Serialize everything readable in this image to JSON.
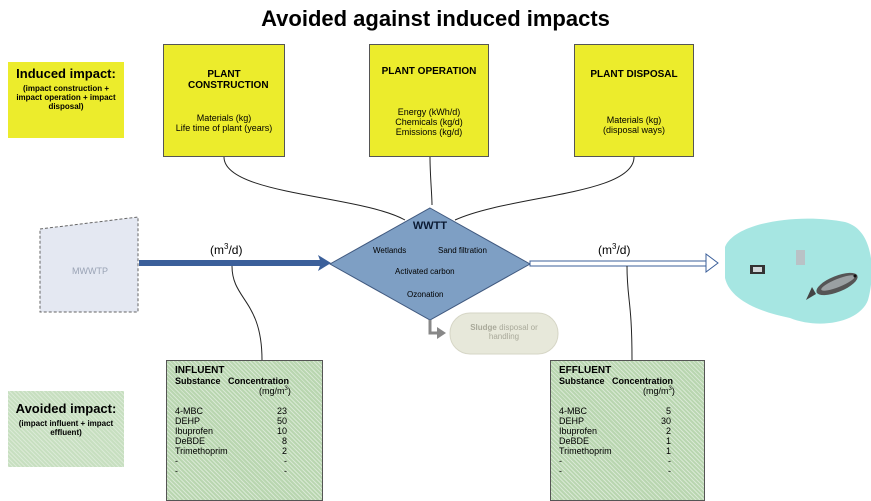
{
  "title": "Avoided against induced impacts",
  "legend": {
    "induced": {
      "title": "Induced impact:",
      "desc": "(impact construction + impact operation + impact disposal)"
    },
    "avoided": {
      "title": "Avoided impact:",
      "desc": "(impact influent + impact effluent)"
    }
  },
  "boxes": {
    "construction": {
      "title": "PLANT CONSTRUCTION",
      "lines": [
        "Materials (kg)",
        "Life time of plant (years)"
      ]
    },
    "operation": {
      "title": "PLANT OPERATION",
      "lines": [
        "Energy (kWh/d)",
        "Chemicals (kg/d)",
        "Emissions (kg/d)"
      ]
    },
    "disposal": {
      "title": "PLANT DISPOSAL",
      "lines": [
        "Materials (kg)",
        "(disposal ways)"
      ]
    }
  },
  "source": "MWWTP",
  "wwtt": {
    "title": "WWTT",
    "items": [
      "Wetlands",
      "Sand filtration",
      "Activated carbon",
      "Ozonation"
    ]
  },
  "flow_label": "(m3/d)",
  "sludge": {
    "bold": "Sludge",
    "rest": "disposal or handling"
  },
  "influent": {
    "title": "INFLUENT",
    "col_substance": "Substance",
    "col_concentration": "Concentration",
    "unit": "(mg/m3)",
    "rows": [
      {
        "s": "4-MBC",
        "v": "23"
      },
      {
        "s": "DEHP",
        "v": "50"
      },
      {
        "s": "Ibuprofen",
        "v": "10"
      },
      {
        "s": "DeBDE",
        "v": "8"
      },
      {
        "s": "Trimethoprim",
        "v": "2"
      },
      {
        "s": "-",
        "v": "-"
      },
      {
        "s": "-",
        "v": "-"
      }
    ]
  },
  "effluent": {
    "title": "EFFLUENT",
    "col_substance": "Substance",
    "col_concentration": "Concentration",
    "unit": "(mg/m3)",
    "rows": [
      {
        "s": "4-MBC",
        "v": "5"
      },
      {
        "s": "DEHP",
        "v": "30"
      },
      {
        "s": "Ibuprofen",
        "v": "2"
      },
      {
        "s": "DeBDE",
        "v": "1"
      },
      {
        "s": "Trimethoprim",
        "v": "1"
      },
      {
        "s": "-",
        "v": "-"
      },
      {
        "s": "-",
        "v": "-"
      }
    ]
  },
  "colors": {
    "yellow": "#ecec2c",
    "green": "#b9d6b0",
    "diamond": "#7e9fc4",
    "water": "#a6e6e2",
    "arrow": "#3b5f9a"
  }
}
